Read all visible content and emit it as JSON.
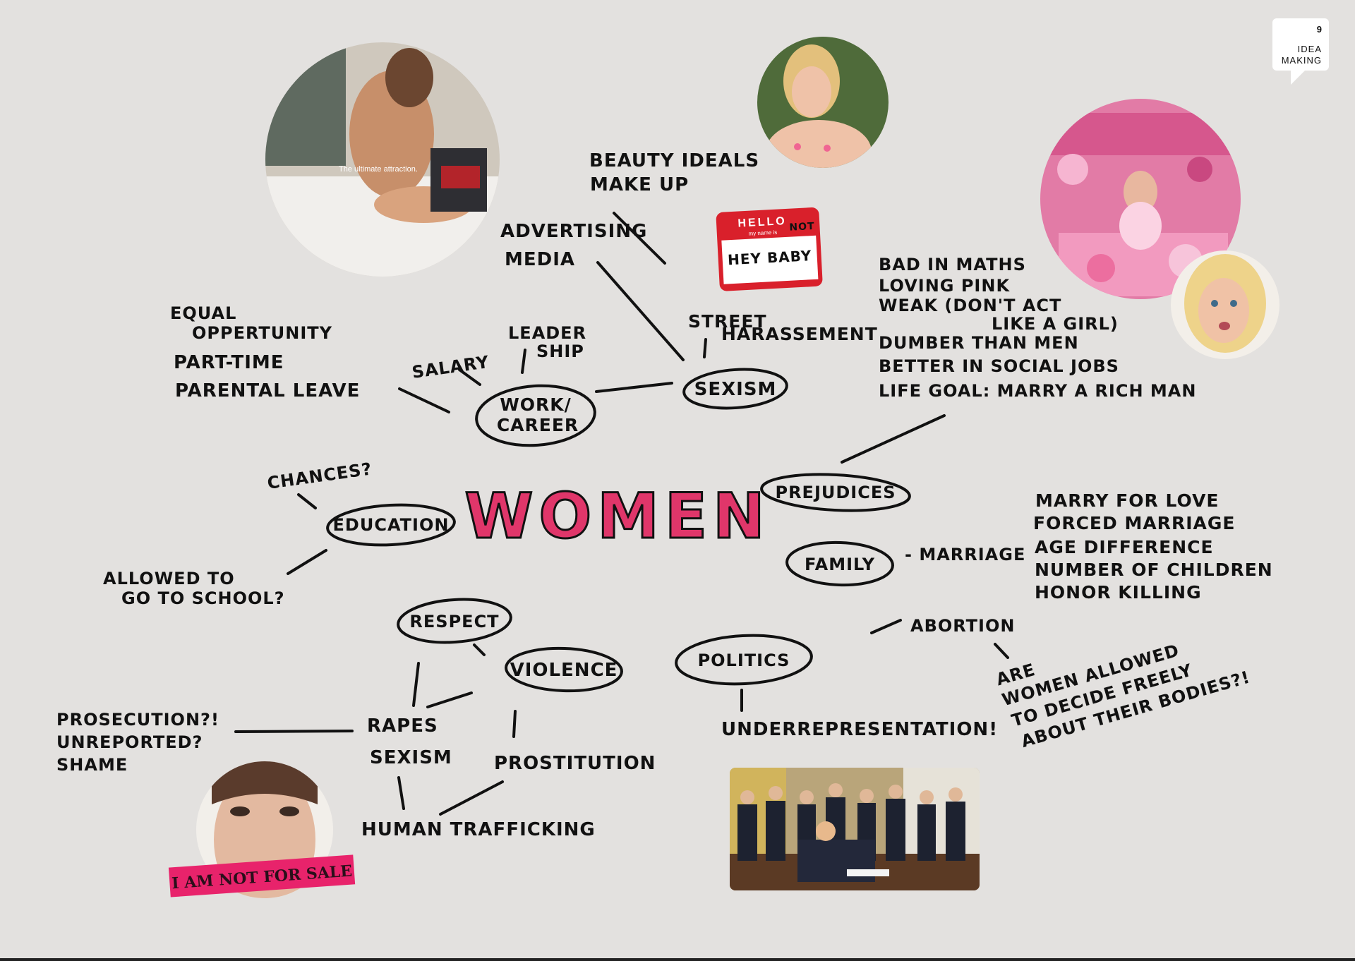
{
  "page": {
    "number": "9",
    "label_line1": "IDEA",
    "label_line2": "MAKING"
  },
  "center": {
    "title": "WOMEN"
  },
  "nodes": {
    "advertising": "ADVERTISING",
    "media": "MEDIA",
    "beauty_ideals": "BEAUTY IDEALS",
    "make_up": "MAKE UP",
    "street": "STREET",
    "harassement": "HARASSEMENT",
    "sexism": "SEXISM",
    "work_line1": "WORK/",
    "work_line2": "CAREER",
    "salary": "SALARY",
    "leader": "LEADER",
    "ship": "SHIP",
    "equal": "EQUAL",
    "oppertunity": "OPPERTUNITY",
    "part_time": "PART-TIME",
    "parental_leave": "PARENTAL LEAVE",
    "education": "EDUCATION",
    "chances": "CHANCES?",
    "allowed_to": "ALLOWED TO",
    "go_to_school": "GO TO SCHOOL?",
    "prejudices": "PREJUDICES",
    "family": "FAMILY",
    "marriage_link": "- MARRIAGE",
    "abortion": "ABORTION",
    "respect": "RESPECT",
    "violence": "VIOLENCE",
    "politics": "POLITICS",
    "underrepresentation": "UNDERREPRESENTATION!",
    "rapes": "RAPES",
    "sexism_lower": "SEXISM",
    "prostitution": "PROSTITUTION",
    "human_trafficking": "HUMAN TRAFFICKING",
    "prosecution": "PROSECUTION?!",
    "unreported": "UNREPORTED?",
    "shame": "SHAME"
  },
  "prejudice_list": [
    "BAD IN MATHS",
    "LOVING PINK",
    "WEAK (DON'T ACT",
    "LIKE A GIRL)",
    "DUMBER THAN MEN",
    "BETTER IN SOCIAL JOBS",
    "LIFE GOAL: MARRY A RICH MAN"
  ],
  "marriage_list": [
    "MARRY FOR LOVE",
    "FORCED MARRIAGE",
    "AGE DIFFERENCE",
    "NUMBER OF CHILDREN",
    "HONOR KILLING"
  ],
  "abortion_question": [
    "ARE",
    "WOMEN ALLOWED",
    "TO DECIDE FREELY",
    "ABOUT THEIR BODIES?!"
  ],
  "sticker": {
    "hello": "HELLO",
    "my_name_is": "my name is",
    "not": "NOT",
    "name": "HEY BABY"
  },
  "ad_caption": "The ultimate attraction.",
  "banner": "I AM NOT FOR SALE",
  "colors": {
    "accent_pink": "#e0366a",
    "sticker_red": "#d9202b",
    "banner_pink": "#e8236b",
    "ink": "#111111",
    "paper": "#e3e1df"
  }
}
